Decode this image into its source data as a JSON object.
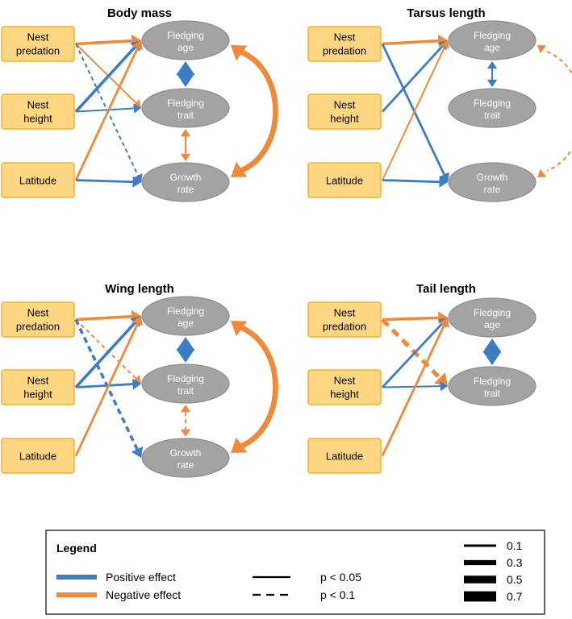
{
  "colors": {
    "positive": "#3d7dc3",
    "negative": "#ef8a3a",
    "box_fill": "#ffd783",
    "node_fill": "#a3a3a3"
  },
  "panels": [
    {
      "title": "Body mass",
      "predictors": [
        [
          "Nest",
          "predation"
        ],
        [
          "Nest",
          "height"
        ],
        [
          "Latitude"
        ]
      ],
      "nodes": [
        [
          "Fledging",
          "age"
        ],
        [
          "Fledging",
          "trait"
        ],
        [
          "Growth",
          "rate"
        ]
      ],
      "edges": [
        {
          "from": "p0",
          "to": "n0",
          "sign": "negative",
          "width": 0.3,
          "p": "p < 0.05"
        },
        {
          "from": "p0",
          "to": "n1",
          "sign": "negative",
          "width": 0.1,
          "p": "p < 0.05"
        },
        {
          "from": "p0",
          "to": "n2",
          "sign": "positive",
          "width": 0.1,
          "p": "p < 0.1"
        },
        {
          "from": "p1",
          "to": "n0",
          "sign": "positive",
          "width": 0.3,
          "p": "p < 0.05"
        },
        {
          "from": "p1",
          "to": "n1",
          "sign": "positive",
          "width": 0.1,
          "p": "p < 0.05"
        },
        {
          "from": "p2",
          "to": "n0",
          "sign": "negative",
          "width": 0.2,
          "p": "p < 0.05"
        },
        {
          "from": "p2",
          "to": "n2",
          "sign": "positive",
          "width": 0.2,
          "p": "p < 0.05"
        },
        {
          "from": "n0",
          "to": "n1",
          "sign": "positive",
          "width": 0.7,
          "p": "p < 0.05",
          "double": true
        },
        {
          "from": "n1",
          "to": "n2",
          "sign": "negative",
          "width": 0.1,
          "p": "p < 0.05",
          "double": true
        },
        {
          "from": "n0",
          "to": "n2",
          "sign": "negative",
          "width": 0.7,
          "p": "p < 0.05",
          "double": true,
          "curve": true
        }
      ]
    },
    {
      "title": "Tarsus length",
      "predictors": [
        [
          "Nest",
          "predation"
        ],
        [
          "Nest",
          "height"
        ],
        [
          "Latitude"
        ]
      ],
      "nodes": [
        [
          "Fledging",
          "age"
        ],
        [
          "Fledging",
          "trait"
        ],
        [
          "Growth",
          "rate"
        ]
      ],
      "edges": [
        {
          "from": "p0",
          "to": "n0",
          "sign": "negative",
          "width": 0.3,
          "p": "p < 0.05"
        },
        {
          "from": "p0",
          "to": "n2",
          "sign": "positive",
          "width": 0.2,
          "p": "p < 0.05"
        },
        {
          "from": "p1",
          "to": "n0",
          "sign": "positive",
          "width": 0.2,
          "p": "p < 0.05"
        },
        {
          "from": "p2",
          "to": "n0",
          "sign": "negative",
          "width": 0.1,
          "p": "p < 0.05"
        },
        {
          "from": "p2",
          "to": "n2",
          "sign": "positive",
          "width": 0.2,
          "p": "p < 0.05"
        },
        {
          "from": "n0",
          "to": "n1",
          "sign": "positive",
          "width": 0.1,
          "p": "p < 0.05",
          "double": true
        },
        {
          "from": "n0",
          "to": "n2",
          "sign": "negative",
          "width": 0.1,
          "p": "p < 0.1",
          "double": true,
          "curve": true
        }
      ]
    },
    {
      "title": "Wing length",
      "predictors": [
        [
          "Nest",
          "predation"
        ],
        [
          "Nest",
          "height"
        ],
        [
          "Latitude"
        ]
      ],
      "nodes": [
        [
          "Fledging",
          "age"
        ],
        [
          "Fledging",
          "trait"
        ],
        [
          "Growth",
          "rate"
        ]
      ],
      "edges": [
        {
          "from": "p0",
          "to": "n0",
          "sign": "negative",
          "width": 0.3,
          "p": "p < 0.05"
        },
        {
          "from": "p0",
          "to": "n1",
          "sign": "negative",
          "width": 0.1,
          "p": "p < 0.1"
        },
        {
          "from": "p0",
          "to": "n2",
          "sign": "positive",
          "width": 0.3,
          "p": "p < 0.1"
        },
        {
          "from": "p1",
          "to": "n0",
          "sign": "positive",
          "width": 0.3,
          "p": "p < 0.05"
        },
        {
          "from": "p1",
          "to": "n1",
          "sign": "positive",
          "width": 0.2,
          "p": "p < 0.05"
        },
        {
          "from": "p2",
          "to": "n0",
          "sign": "negative",
          "width": 0.2,
          "p": "p < 0.05"
        },
        {
          "from": "n0",
          "to": "n1",
          "sign": "positive",
          "width": 0.7,
          "p": "p < 0.05",
          "double": true
        },
        {
          "from": "n1",
          "to": "n2",
          "sign": "negative",
          "width": 0.1,
          "p": "p < 0.1",
          "double": true
        },
        {
          "from": "n0",
          "to": "n2",
          "sign": "negative",
          "width": 0.7,
          "p": "p < 0.05",
          "double": true,
          "curve": true
        }
      ]
    },
    {
      "title": "Tail length",
      "predictors": [
        [
          "Nest",
          "predation"
        ],
        [
          "Nest",
          "height"
        ],
        [
          "Latitude"
        ]
      ],
      "nodes": [
        [
          "Fledging",
          "age"
        ],
        [
          "Fledging",
          "trait"
        ]
      ],
      "edges": [
        {
          "from": "p0",
          "to": "n0",
          "sign": "negative",
          "width": 0.3,
          "p": "p < 0.05"
        },
        {
          "from": "p0",
          "to": "n1",
          "sign": "negative",
          "width": 0.5,
          "p": "p < 0.1"
        },
        {
          "from": "p1",
          "to": "n0",
          "sign": "positive",
          "width": 0.2,
          "p": "p < 0.05"
        },
        {
          "from": "p1",
          "to": "n1",
          "sign": "positive",
          "width": 0.1,
          "p": "p < 0.05"
        },
        {
          "from": "p2",
          "to": "n0",
          "sign": "negative",
          "width": 0.2,
          "p": "p < 0.05"
        },
        {
          "from": "n0",
          "to": "n1",
          "sign": "positive",
          "width": 0.7,
          "p": "p < 0.05",
          "double": true
        }
      ]
    }
  ],
  "legend": {
    "title": "Legend",
    "color_items": [
      {
        "label": "Positive effect",
        "sign": "positive"
      },
      {
        "label": "Negative effect",
        "sign": "negative"
      }
    ],
    "style_items": [
      {
        "label": "p < 0.05",
        "dashed": false
      },
      {
        "label": "p < 0.1",
        "dashed": true
      }
    ],
    "width_items": [
      {
        "label": "0.1",
        "value": 0.1
      },
      {
        "label": "0.3",
        "value": 0.3
      },
      {
        "label": "0.5",
        "value": 0.5
      },
      {
        "label": "0.7",
        "value": 0.7
      }
    ]
  }
}
